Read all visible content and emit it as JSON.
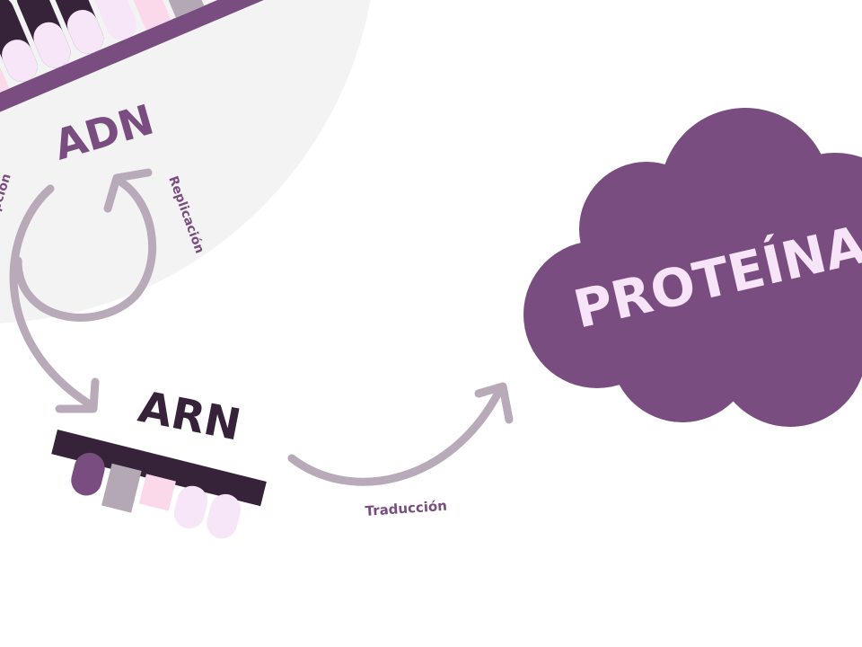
{
  "title_dna": "ADN",
  "title_rna": "ARN",
  "title_proteins": "PROTEÍNAS",
  "labels": {
    "transcription": "Transcripción",
    "replication": "Replicación",
    "translation": "Traducción"
  },
  "colors": {
    "purple": "#7a4d80",
    "dark": "#36233a",
    "arrow": "#b8aab8",
    "pink": "#fcd9ea",
    "lilac": "#f6e6f8",
    "gray": "#b3a8b3",
    "background_circle": "#f3f3f3",
    "protein_text": "#f8e4f8"
  }
}
